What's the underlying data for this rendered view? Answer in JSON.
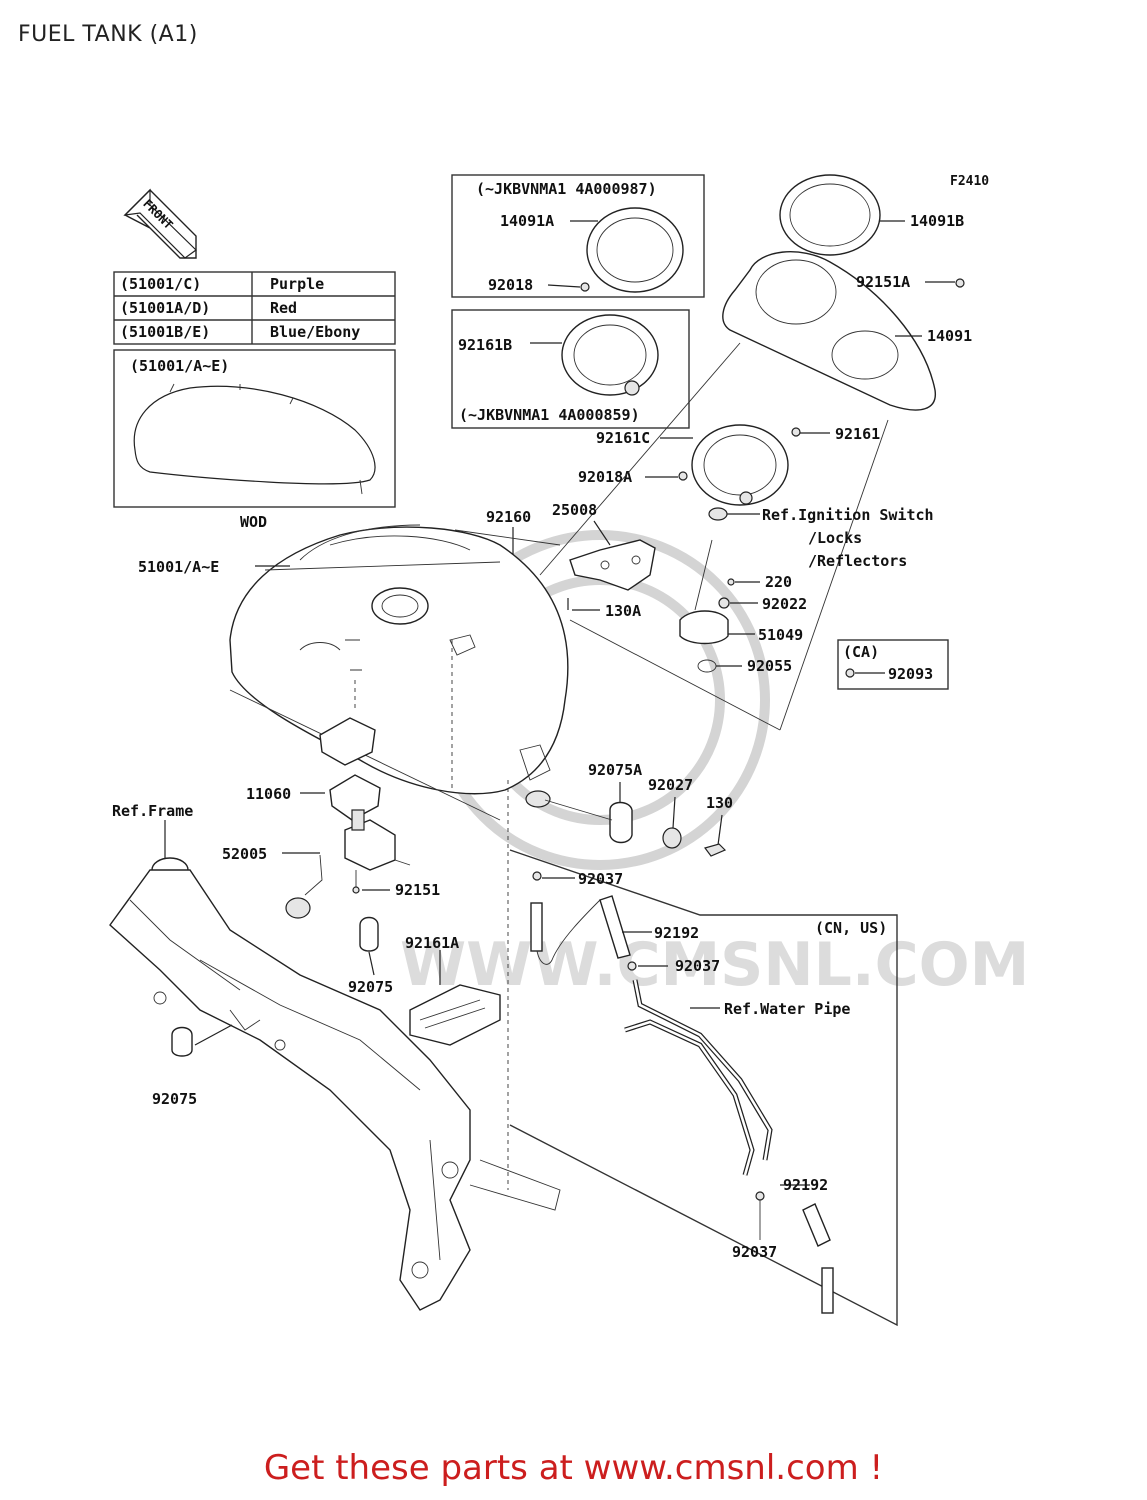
{
  "title": "FUEL TANK (A1)",
  "footer": "Get these parts at www.cmsnl.com !",
  "figure_code": "F2410",
  "front_label": "FRONT",
  "colors": {
    "footer": "#cc1e1e",
    "line": "#222222",
    "watermark": "#d4d4d4"
  },
  "color_table": [
    {
      "code": "(51001/C)",
      "color": "Purple"
    },
    {
      "code": "(51001A/D)",
      "color": "Red"
    },
    {
      "code": "(51001B/E)",
      "color": "Blue/Ebony"
    }
  ],
  "tank_box": {
    "label": "(51001/A~E)",
    "caption": "WOD"
  },
  "box_jk1": {
    "label": "(~JKBVNMA1  4A000987)"
  },
  "box_jk2": {
    "label": "(~JKBVNMA1  4A000859)"
  },
  "box_ca": {
    "label": "(CA)"
  },
  "box_cnus": {
    "label": "(CN, US)"
  },
  "watermark": {
    "text": "WWW.CMSNL.COM"
  },
  "parts": {
    "p14091A": "14091A",
    "p92018": "92018",
    "p92161B": "92161B",
    "p14091B": "14091B",
    "p92151A": "92151A",
    "p14091": "14091",
    "p92161": "92161",
    "p92161C": "92161C",
    "p92018A": "92018A",
    "p92160": "92160",
    "p25008": "25008",
    "p51001": "51001/A~E",
    "p130A": "130A",
    "ref_ign1": "Ref.Ignition Switch",
    "ref_ign2": "/Locks",
    "ref_ign3": "/Reflectors",
    "p220": "220",
    "p92022": "92022",
    "p51049": "51049",
    "p92055": "92055",
    "p92093": "92093",
    "p92075A": "92075A",
    "p92027": "92027",
    "p130": "130",
    "p11060": "11060",
    "ref_frame": "Ref.Frame",
    "p52005": "52005",
    "p92151": "92151",
    "p92037a": "92037",
    "p92192a": "92192",
    "p92037b": "92037",
    "p92161A": "92161A",
    "p92075a": "92075",
    "ref_water": "Ref.Water Pipe",
    "p92075b": "92075",
    "p92192b": "92192",
    "p92037c": "92037"
  }
}
